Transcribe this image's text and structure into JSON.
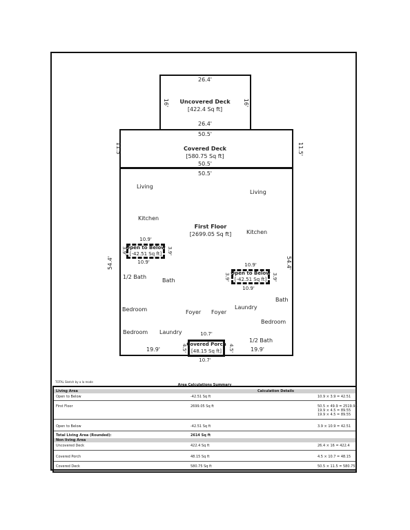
{
  "rooms": {
    "uncovered_deck": {
      "title": "Uncovered Deck",
      "area": "[422.4 Sq ft]",
      "top": "26.4'",
      "bottom": "26.4'",
      "left": "16'",
      "right": "16'"
    },
    "covered_deck": {
      "title": "Covered Deck",
      "area": "[580.75 Sq ft]",
      "top": "50.5'",
      "bottom": "50.5'",
      "left": "11.5'",
      "right": "11.5'"
    },
    "first_floor": {
      "title": "First Floor",
      "area": "[2699.05 Sq ft]",
      "top": "50.5'",
      "left": "54.4'",
      "right": "54.4'",
      "bottom_left": "19.9'",
      "bottom_right": "19.9'"
    },
    "open_left": {
      "title": "Open to Below",
      "area": "[-42.51 Sq ft]",
      "top": "10.9'",
      "bottom": "10.9'",
      "left": "3.9'",
      "right": "3.9'"
    },
    "open_right": {
      "title": "Open to Below",
      "area": "[-42.51 Sq ft]",
      "top": "10.9'",
      "bottom": "10.9'",
      "left": "3.9'",
      "right": "3.9'"
    },
    "covered_porch": {
      "title": "Covered Porch",
      "area": "[48.15 Sq ft]",
      "top": "10.7'",
      "bottom": "10.7'",
      "left": "4.5'",
      "right": "4.5'"
    }
  },
  "labels": {
    "living_1": "Living",
    "living_2": "Living",
    "kitchen_1": "Kitchen",
    "kitchen_2": "Kitchen",
    "half_bath_1": "1/2 Bath",
    "bath_1": "Bath",
    "bath_2": "Bath",
    "bedroom_1": "Bedroom",
    "bedroom_2": "Bedroom",
    "bedroom_3": "Bedroom",
    "foyer_1": "Foyer",
    "foyer_2": "Foyer",
    "laundry_1": "Laundry",
    "laundry_2": "Laundry",
    "half_bath_2": "1/2 Bath"
  },
  "summary": {
    "note": "TOTAL Sketch by a la mode",
    "title": "Area Calculations Summary",
    "living_header": "Living Area",
    "calc_header": "Calculation Details",
    "rows": [
      {
        "name": "Open to Below",
        "area": "-42.51 Sq ft",
        "calc": [
          "10.9 × 3.9 = 42.51"
        ]
      },
      {
        "name": "First Floor",
        "area": "2699.05 Sq ft",
        "calc": [
          "50.5 × 49.9 = 2519.95",
          "19.9 × 4.5 = 89.55",
          "19.9 × 4.5 = 89.55"
        ]
      },
      {
        "name": "Open to Below",
        "area": "-42.51 Sq ft",
        "calc": [
          "3.9 × 10.9 = 42.51"
        ]
      }
    ],
    "total_label": "Total Living Area (Rounded):",
    "total_value": "2614 Sq ft",
    "non_living_header": "Non living Area",
    "non_rows": [
      {
        "name": "Uncovered Deck",
        "area": "422.4 Sq ft",
        "calc": "26.4 × 16 = 422.4"
      },
      {
        "name": "Covered Porch",
        "area": "48.15 Sq ft",
        "calc": "4.5 × 10.7 = 48.15"
      },
      {
        "name": "Covered Deck",
        "area": "580.75 Sq ft",
        "calc": "50.5 × 11.5 = 580.75"
      }
    ]
  }
}
